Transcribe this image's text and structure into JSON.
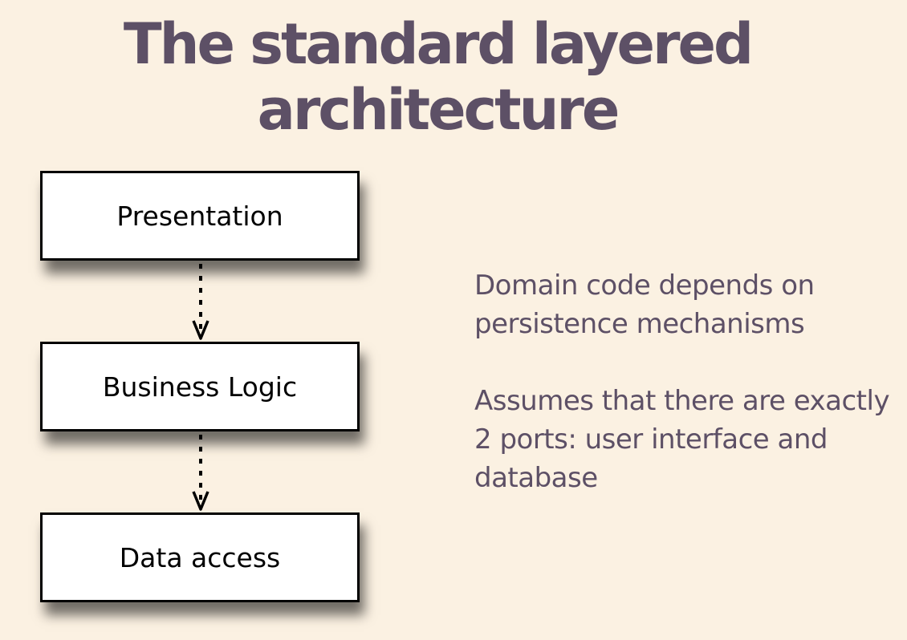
{
  "slide": {
    "title_lines": [
      "The standard layered",
      "architecture"
    ]
  },
  "diagram": {
    "layers": [
      "Presentation",
      "Business Logic",
      "Data access"
    ]
  },
  "notes": [
    [
      "Domain code depends on",
      "persistence mechanisms"
    ],
    [
      "Assumes that there are exactly",
      "2 ports: user interface and",
      "database"
    ]
  ],
  "colors": {
    "background": "#fbf1e2",
    "title": "#5d5066",
    "text": "#5d5066",
    "box_fill": "#ffffff",
    "box_border": "#000000"
  }
}
